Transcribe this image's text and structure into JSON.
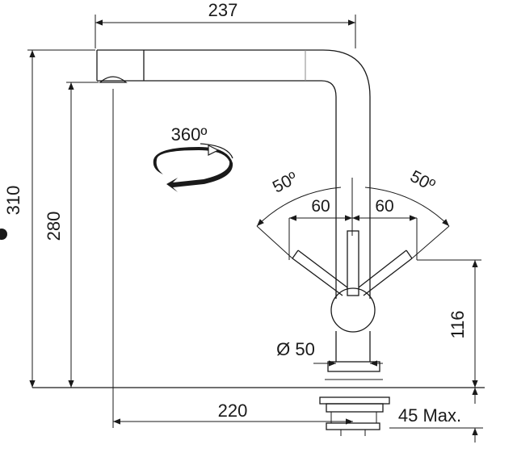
{
  "dimensions": {
    "reach_total": "237",
    "height_total": "310",
    "height_spout": "280",
    "reach_base": "220",
    "swivel": "360º",
    "handle_angle_left": "50º",
    "handle_angle_right": "50º",
    "handle_offset_left": "60",
    "handle_offset_right": "60",
    "height_handle": "116",
    "base_diameter": "Ø 50",
    "deck_thickness": "45 Max."
  },
  "colors": {
    "line": "#1a1a1a",
    "background": "#ffffff"
  }
}
